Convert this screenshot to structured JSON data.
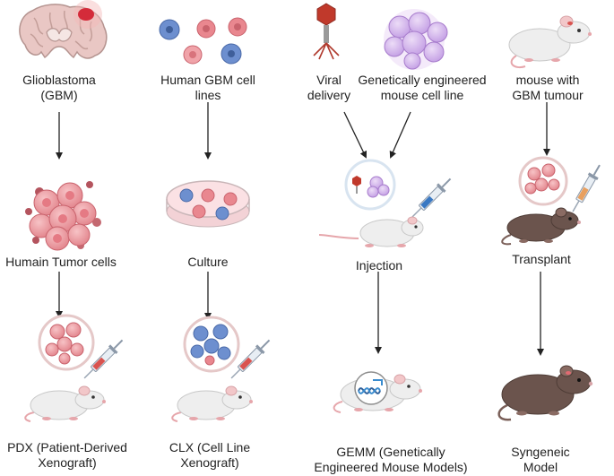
{
  "columns": [
    {
      "source_lines": [
        "Glioblastoma",
        "(GBM)"
      ],
      "middle_label": "Humain Tumor cells",
      "result_lines": [
        "PDX (Patient-Derived",
        "Xenograft)"
      ]
    },
    {
      "source_lines": [
        "Human GBM cell",
        "lines"
      ],
      "middle_label": "Culture",
      "result_lines": [
        "CLX (Cell Line",
        "Xenograft)"
      ]
    },
    {
      "source_a_lines": [
        "Viral",
        "delivery"
      ],
      "source_b_lines": [
        "Genetically engineered",
        "mouse cell line"
      ],
      "middle_label": "Injection",
      "result_lines": [
        "GEMM (Genetically",
        "Engineered Mouse Models)"
      ]
    },
    {
      "source_lines": [
        "mouse with",
        "GBM tumour"
      ],
      "middle_label": "Transplant",
      "result_lines": [
        "Syngeneic",
        "Model"
      ]
    }
  ],
  "icons": {
    "brain": "brain-icon",
    "cell_lines": "cell-lines-icon",
    "virus": "virus-icon",
    "engineered_cells": "engineered-cells-icon",
    "white_mouse": "white-mouse-icon",
    "brown_mouse": "brown-mouse-icon",
    "tumor_cells": "tumor-cells-icon",
    "petri_dish": "petri-dish-icon",
    "syringe": "syringe-icon",
    "dna": "dna-icon"
  },
  "colors": {
    "arrow": "#222222",
    "tumor_pink": "#e98f96",
    "tumor_dark": "#b4545e",
    "blue_cell": "#5e7fc0",
    "purple_cell": "#c9a6e6",
    "virus_red": "#c0392b",
    "white_mouse": "#eeeeee",
    "brown_mouse": "#6b544d"
  }
}
